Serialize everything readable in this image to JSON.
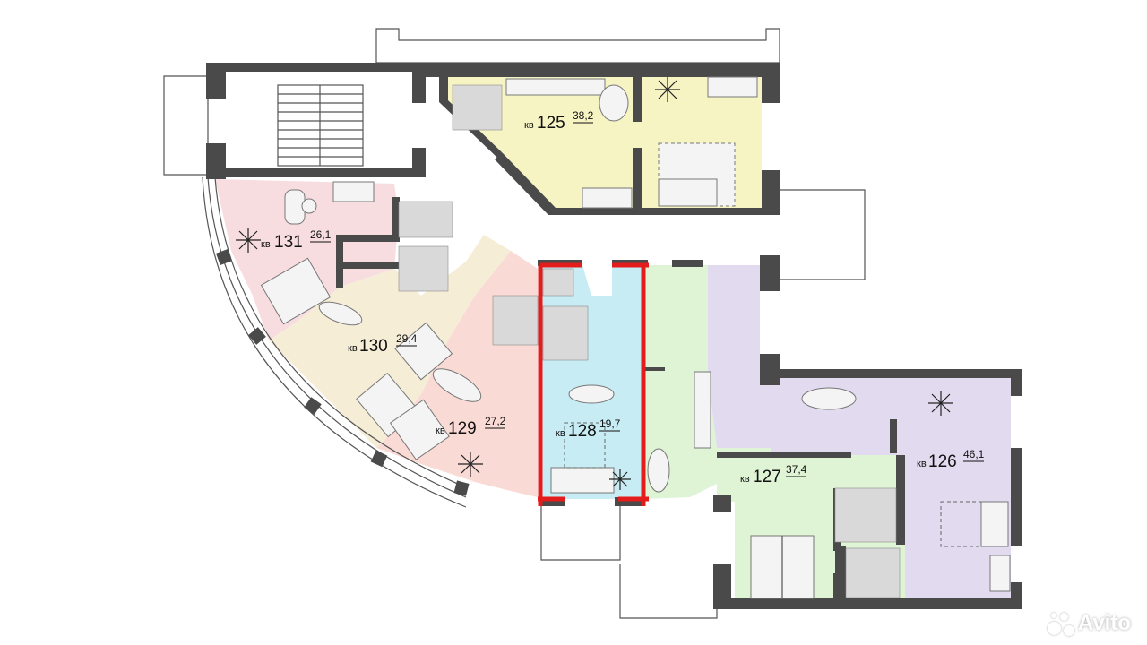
{
  "plan": {
    "prefix": "кв",
    "apartments": [
      {
        "id": "125",
        "area": "38,2",
        "color": "#f7f4c4"
      },
      {
        "id": "126",
        "area": "46,1",
        "color": "#e2dbf0"
      },
      {
        "id": "127",
        "area": "37,4",
        "color": "#dff3d5"
      },
      {
        "id": "128",
        "area": "19,7",
        "color": "#c7ecf3",
        "highlight": "#e41c1c"
      },
      {
        "id": "129",
        "area": "27,2",
        "color": "#fadad5"
      },
      {
        "id": "130",
        "area": "29,4",
        "color": "#f5edd6"
      },
      {
        "id": "131",
        "area": "26,1",
        "color": "#f7dde0"
      }
    ],
    "corridor_color": "#ffffff",
    "wall_color": "#4a4a4a"
  },
  "watermark": {
    "text": "Avito"
  }
}
